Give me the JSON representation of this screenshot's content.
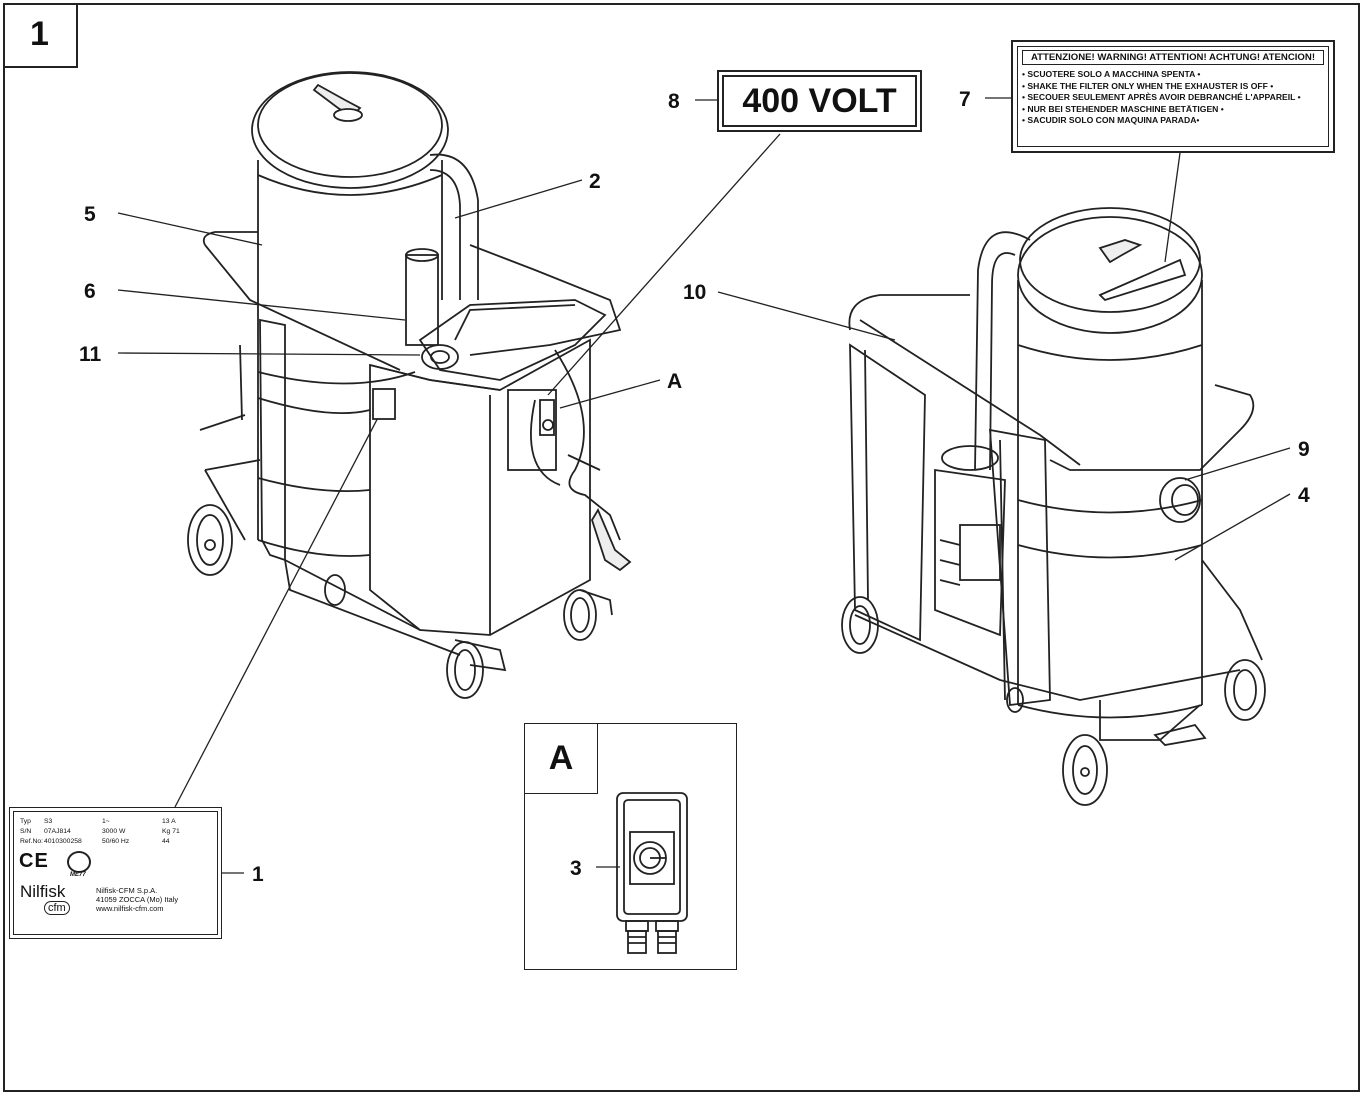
{
  "figure_number": "1",
  "voltage_label": "400 VOLT",
  "warning_label": {
    "title": "ATTENZIONE! WARNING! ATTENTION! ACHTUNG! ATENCION!",
    "lines": [
      "• SCUOTERE SOLO A MACCHINA SPENTA •",
      "• SHAKE THE FILTER ONLY WHEN THE EXHAUSTER IS OFF •",
      "• SECOUER SEULEMENT APRÈS AVOIR DEBRANCHÉ L'APPAREIL •",
      "• NUR BEI STEHENDER MASCHINE  BETÄTIGEN •",
      "• SACUDIR SOLO CON MAQUINA PARADA•"
    ]
  },
  "rating_plate": {
    "rows": [
      [
        "Typ",
        "S3",
        "1~",
        "13 A"
      ],
      [
        "S/N",
        "07AJ814",
        "3000 W",
        "Kg 71"
      ],
      [
        "Ref.No:",
        "4010300258",
        "50/60 Hz",
        "44"
      ]
    ],
    "ce_mark": "CE",
    "cert_code": "ME77",
    "brand": "Nilfisk",
    "brand_sub": "cfm",
    "manufacturer": "Nilfisk-CFM S.p.A.",
    "address": "41059 ZOCCA (Mo) Italy",
    "website": "www.nilfisk-cfm.com"
  },
  "inset": {
    "letter": "A",
    "callout": "3"
  },
  "callouts": {
    "c1": "1",
    "c2": "2",
    "c4": "4",
    "c5": "5",
    "c6": "6",
    "c7": "7",
    "c8": "8",
    "c9": "9",
    "c10": "10",
    "c11": "11",
    "cA": "A"
  }
}
